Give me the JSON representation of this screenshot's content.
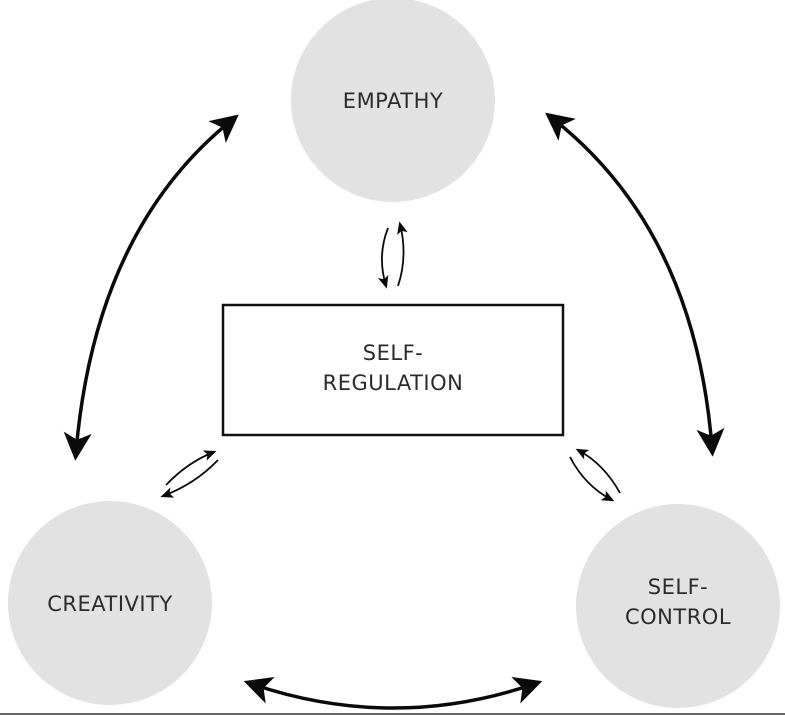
{
  "nodes": {
    "empathy": "EMPATHY",
    "creativity": "CREATIVITY",
    "self_control": [
      "SELF-",
      "CONTROL"
    ],
    "self_regulation": [
      "SELF-",
      "REGULATION"
    ]
  },
  "colors": {
    "circle_fill": "#e2e2e2",
    "arrow": "#0a0a0a",
    "text": "#2b2b2b"
  }
}
